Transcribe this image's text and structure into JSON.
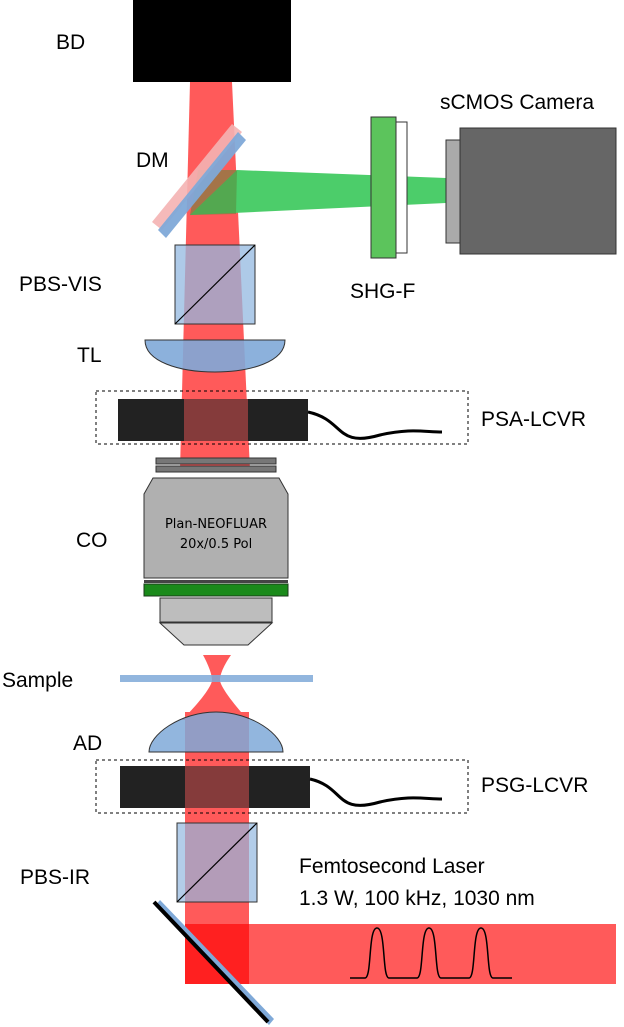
{
  "labels": {
    "bd": "BD",
    "dm": "DM",
    "pbs_vis": "PBS-VIS",
    "tl": "TL",
    "co": "CO",
    "sample": "Sample",
    "ad": "AD",
    "pbs_ir": "PBS-IR",
    "camera": "sCMOS Camera",
    "shg_f": "SHG-F",
    "psa_lcvr": "PSA-LCVR",
    "psg_lcvr": "PSG-LCVR",
    "laser_title": "Femtosecond Laser",
    "laser_specs": "1.3 W, 100 kHz, 1030 nm"
  },
  "objective": {
    "line1": "Plan-NEOFLUAR",
    "line2": "20x/0.5 Pol"
  },
  "colors": {
    "ir_beam": "#ff5a5a",
    "shg_beam": "#4ccd6a",
    "optic_blue": "#7fa9d8",
    "cube_blue": "#93b8e0",
    "lcvr": "#222222",
    "objective_band": "#1a8a1a",
    "camera": "#666666",
    "filter": "#5cc45c"
  }
}
